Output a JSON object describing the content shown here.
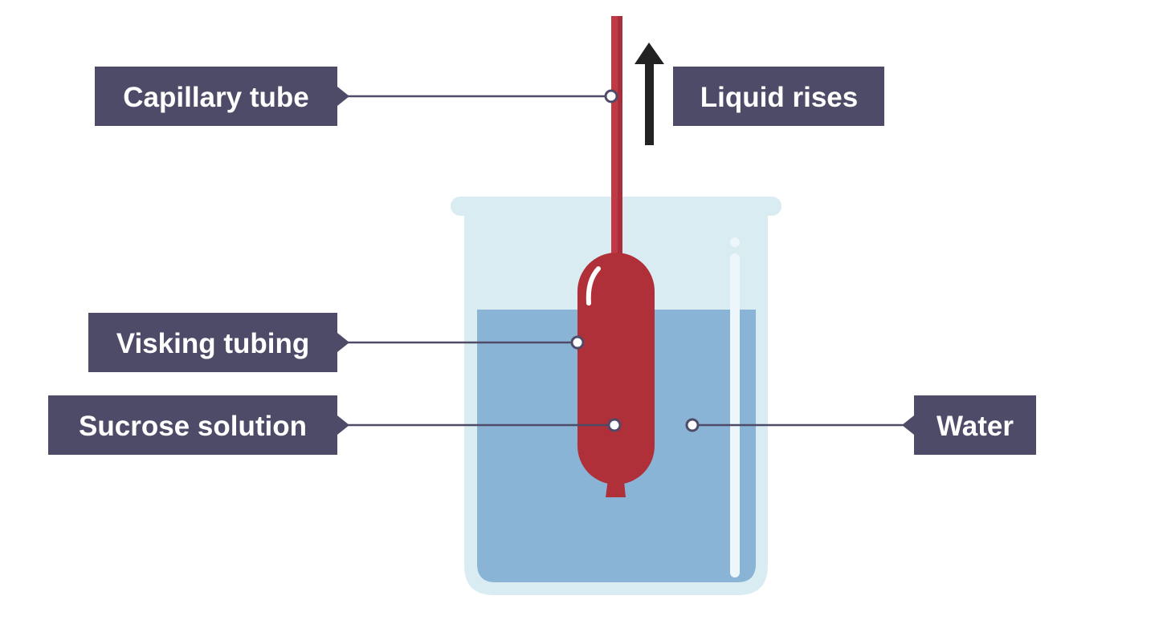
{
  "labels": {
    "capillary_tube": "Capillary tube",
    "liquid_rises": "Liquid rises",
    "visking_tubing": "Visking tubing",
    "sucrose_solution": "Sucrose solution",
    "water": "Water"
  },
  "icons": {
    "arrow": "up-arrow-icon"
  },
  "colors": {
    "label_background": "#4e4b68",
    "label_text": "#ffffff",
    "leader_line": "#4e4b68",
    "beaker_glass": "#d9ecf2",
    "water": "#8ab4d6",
    "sucrose_tube": "#b0303a",
    "arrow": "#222222"
  }
}
